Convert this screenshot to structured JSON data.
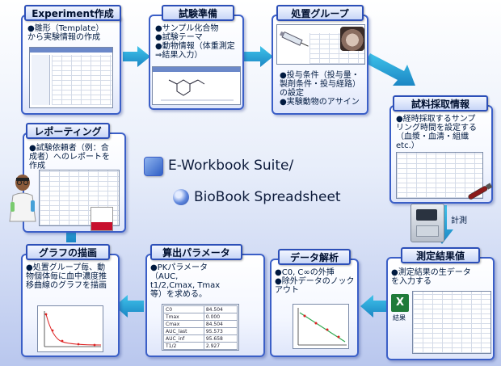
{
  "steps": [
    {
      "id": "experiment",
      "title": "Experiment作成",
      "text": "●雛形（Template）\nから実験情報の作成"
    },
    {
      "id": "prep",
      "title": "試験準備",
      "text": "●サンプル化合物\n●試験テーマ\n●動物情報（体重測定\n⇒結果入力）"
    },
    {
      "id": "group",
      "title": "処置グループ",
      "text": "●投与条件（投与量・\n製剤条件・投与経路）\nの設定\n●実験動物のアサイン"
    },
    {
      "id": "sampling",
      "title": "試料採取情報",
      "text": "●経時採取するサンプ\nリング時間を設定する\n（血漿・血清・組織\netc.）"
    },
    {
      "id": "measure",
      "title": "測定結果値",
      "text": "●測定結果の生データ\nを入力する"
    },
    {
      "id": "analysis",
      "title": "データ解析",
      "text": "●C0, C∞の外挿\n●除外データのノック\nアウト"
    },
    {
      "id": "params",
      "title": "算出パラメータ",
      "text": "●PKパラメータ\n（AUC,\nt1/2,Cmax, Tmax\n等）を求める。"
    },
    {
      "id": "graph",
      "title": "グラフの描画",
      "text": "●処置グループ毎、動\n物個体毎に血中濃度推\n移曲線のグラフを描画"
    },
    {
      "id": "report",
      "title": "レポーティング",
      "text": "●試験依頼者（例：合\n成者）へのレポートを\n作成"
    }
  ],
  "center": {
    "line1": "E-Workbook Suite/",
    "line2": "BioBook Spreadsheet"
  },
  "measure_label": "計測",
  "excel_label": "結果",
  "pk_table": [
    [
      "C0",
      "84.504"
    ],
    [
      "Tmax",
      "0.000"
    ],
    [
      "Cmax",
      "84.504"
    ],
    [
      "AUC_last",
      "95.573"
    ],
    [
      "AUC_inf",
      "95.658"
    ],
    [
      "T1/2",
      "2.927"
    ]
  ],
  "colors": {
    "box_border": "#3b5fc7",
    "arrow": "#2aa6d6",
    "label_fill": "#c8d6f7"
  }
}
